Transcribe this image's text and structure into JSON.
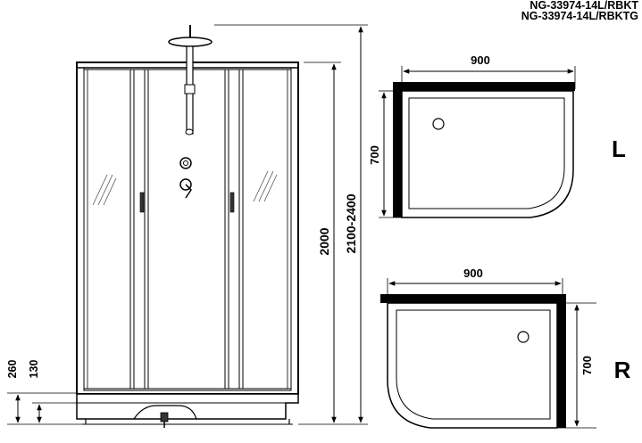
{
  "models": [
    "NG-33974-14L/RBKT",
    "NG-33974-14L/RBKTG"
  ],
  "front_view": {
    "dimensions": {
      "cabin_height": "2000",
      "total_height": "2100-2400",
      "tray_height": "260",
      "tray_step": "130"
    }
  },
  "plan_left": {
    "variant_label": "L",
    "width": "900",
    "depth": "700"
  },
  "plan_right": {
    "variant_label": "R",
    "width": "900",
    "depth": "700"
  },
  "colors": {
    "line": "#000000",
    "profile": "#1a1a1a",
    "glass": "#ffffff"
  }
}
